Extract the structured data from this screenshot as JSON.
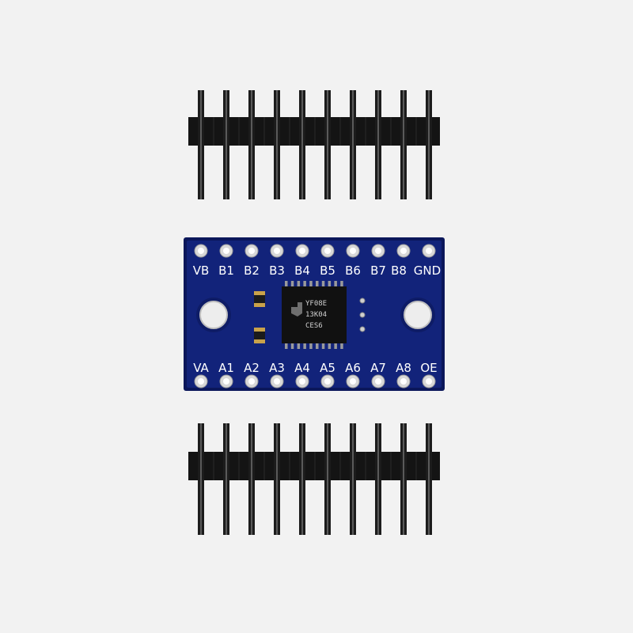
{
  "product": {
    "top_row_labels": [
      "VB",
      "B1",
      "B2",
      "B3",
      "B4",
      "B5",
      "B6",
      "B7",
      "B8",
      "GND"
    ],
    "bottom_row_labels": [
      "VA",
      "A1",
      "A2",
      "A3",
      "A4",
      "A5",
      "A6",
      "A7",
      "A8",
      "OE"
    ],
    "chip_marking": [
      "YF08E",
      "13K04",
      "CES6"
    ]
  },
  "colors": {
    "background": "#f2f2f2",
    "pcb": "#12237a",
    "pcb_edge": "#0b175a",
    "pad": "#d8d8d8",
    "pin_plastic": "#141414",
    "pin_metal": "#1c1c1c",
    "chip": "#111111"
  },
  "parts": {
    "header_pin_count": 10,
    "icons": [
      "pin-header",
      "pcb-board",
      "ic-chip",
      "mounting-hole",
      "smd-capacitor"
    ]
  }
}
